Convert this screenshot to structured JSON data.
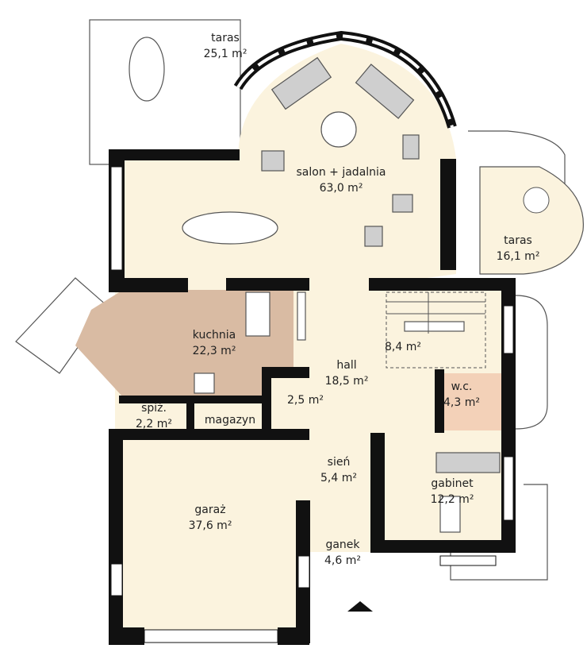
{
  "colors": {
    "wall": "#111111",
    "floor": "#fbf3de",
    "kitchen": "#d9bba3",
    "wc": "#f3d1b8",
    "furniture": "#cfcfcf",
    "outline": "#555555"
  },
  "rooms": [
    {
      "key": "taras_top",
      "name": "taras",
      "area": "25,1 m²"
    },
    {
      "key": "salon",
      "name": "salon + jadalnia",
      "area": "63,0 m²"
    },
    {
      "key": "taras_right",
      "name": "taras",
      "area": "16,1 m²"
    },
    {
      "key": "kuchnia",
      "name": "kuchnia",
      "area": "22,3 m²"
    },
    {
      "key": "hall",
      "name": "hall",
      "area": "18,5 m²"
    },
    {
      "key": "stair",
      "name": "",
      "area": "8,4 m²"
    },
    {
      "key": "closet",
      "name": "",
      "area": "2,5 m²"
    },
    {
      "key": "wc",
      "name": "w.c.",
      "area": "4,3 m²"
    },
    {
      "key": "spiz",
      "name": "spiż.",
      "area": "2,2 m²"
    },
    {
      "key": "magazyn",
      "name": "magazyn",
      "area": ""
    },
    {
      "key": "sien",
      "name": "sień",
      "area": "5,4 m²"
    },
    {
      "key": "gabinet",
      "name": "gabinet",
      "area": "12,2 m²"
    },
    {
      "key": "garaz",
      "name": "garaż",
      "area": "37,6 m²"
    },
    {
      "key": "ganek",
      "name": "ganek",
      "area": "4,6 m²"
    }
  ]
}
